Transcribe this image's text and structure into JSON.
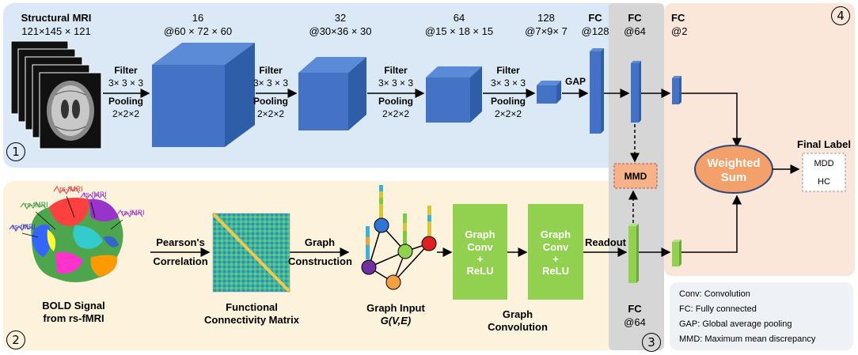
{
  "top_panel": {
    "input_title": "Structural MRI",
    "input_dims": "121×145 × 121",
    "layers": [
      {
        "channels": "16",
        "dims": "@60 × 72 × 60"
      },
      {
        "channels": "32",
        "dims": "@30×36 × 30"
      },
      {
        "channels": "64",
        "dims": "@15 × 18 × 15"
      },
      {
        "channels": "128",
        "dims": "@7×9× 7"
      }
    ],
    "op_filter": "Filter",
    "op_kernel": "3× 3 × 3",
    "op_pooling": "Pooling",
    "op_pool_size": "2×2×2",
    "fc_label": "FC",
    "fc_size": "@128",
    "gap_label": "GAP",
    "number": "1"
  },
  "middle_col": {
    "fc_top": "FC",
    "fc_top_size": "@64",
    "mmd_label": "MMD",
    "fc_bottom": "FC",
    "fc_bottom_size": "@64",
    "number": "3"
  },
  "right_panel": {
    "fc": "FC",
    "fc_size": "@2",
    "weighted_sum_line1": "Weighted",
    "weighted_sum_line2": "Sum",
    "final_label": "Final Label",
    "classes": [
      "MDD",
      "HC"
    ],
    "number": "4",
    "colors": {
      "panel": "#fbe7dc",
      "ellipse": "#f4a06a"
    }
  },
  "bottom_panel": {
    "bold_label_1": "BOLD Signal",
    "bold_label_2": "from rs-fMRI",
    "signal_tags": [
      "rs-fMRI",
      "rs-fMRI",
      "rs-fMRI",
      "rs-fMRI",
      "rs-fMRI"
    ],
    "pearson_1": "Pearson's",
    "pearson_2": "Correlation",
    "fcm_label_1": "Functional",
    "fcm_label_2": "Connectivity Matrix",
    "graph_1": "Graph",
    "graph_2": "Construction",
    "graph_input_1": "Graph Input",
    "graph_input_2": "G(V,E)",
    "gc_block_1": [
      "Graph",
      "Conv",
      "+",
      "ReLU"
    ],
    "gc_block_2": [
      "Graph",
      "Conv",
      "+",
      "ReLU"
    ],
    "gc_label_1": "Graph",
    "gc_label_2": "Convolution",
    "readout": "Readout",
    "number": "2"
  },
  "legend": [
    "Conv: Convolution",
    "FC: Fully connected",
    "GAP: Global average pooling",
    "MMD: Maximum mean discrepancy"
  ],
  "colors": {
    "blue": "#4472c4",
    "green": "#92d050",
    "top_panel": "#d9e7f4",
    "bottom_panel": "#fdf3de",
    "middle": "#d7d7d7"
  }
}
